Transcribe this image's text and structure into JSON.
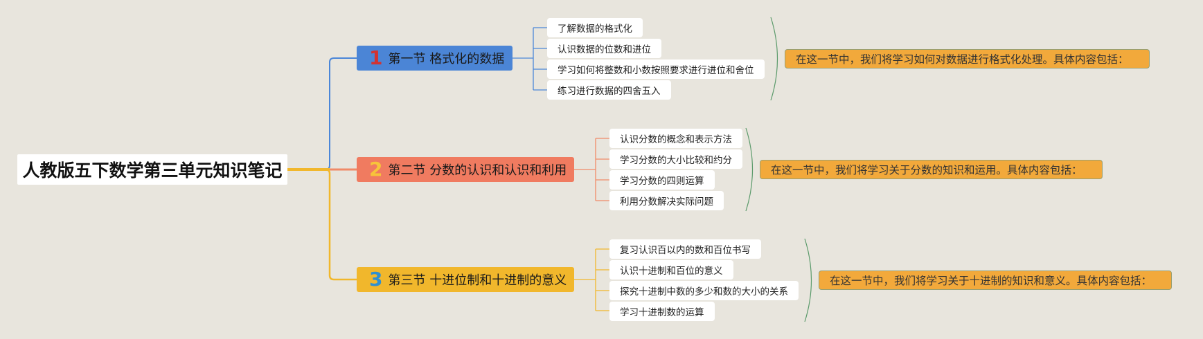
{
  "root": {
    "title": "人教版五下数学第三单元知识笔记"
  },
  "sections": [
    {
      "number": "1",
      "title": "第一节 格式化的数据",
      "color": "#4b85d6",
      "number_color": "#d23232",
      "items": [
        "了解数据的格式化",
        "认识数据的位数和进位",
        "学习如何将整数和小数按照要求进行进位和舍位",
        "练习进行数据的四舍五入"
      ],
      "summary": "在这一节中，我们将学习如何对数据进行格式化处理。具体内容包括："
    },
    {
      "number": "2",
      "title": "第二节 分数的认识和认识和利用",
      "color": "#f07b60",
      "number_color": "#f7c43a",
      "items": [
        "认识分数的概念和表示方法",
        "学习分数的大小比较和约分",
        "学习分数的四则运算",
        "利用分数解决实际问题"
      ],
      "summary": "在这一节中，我们将学习关于分数的知识和运用。具体内容包括："
    },
    {
      "number": "3",
      "title": "第三节 十进位制和十进制的意义",
      "color": "#f1b72c",
      "number_color": "#2f8fd0",
      "items": [
        "复习认识百以内的数和百位书写",
        "认识十进制和百位的意义",
        "探究十进制中数的多少和数的大小的关系",
        "学习十进制数的运算"
      ],
      "summary": "在这一节中，我们将学习关于十进制的知识和意义。具体内容包括："
    }
  ]
}
